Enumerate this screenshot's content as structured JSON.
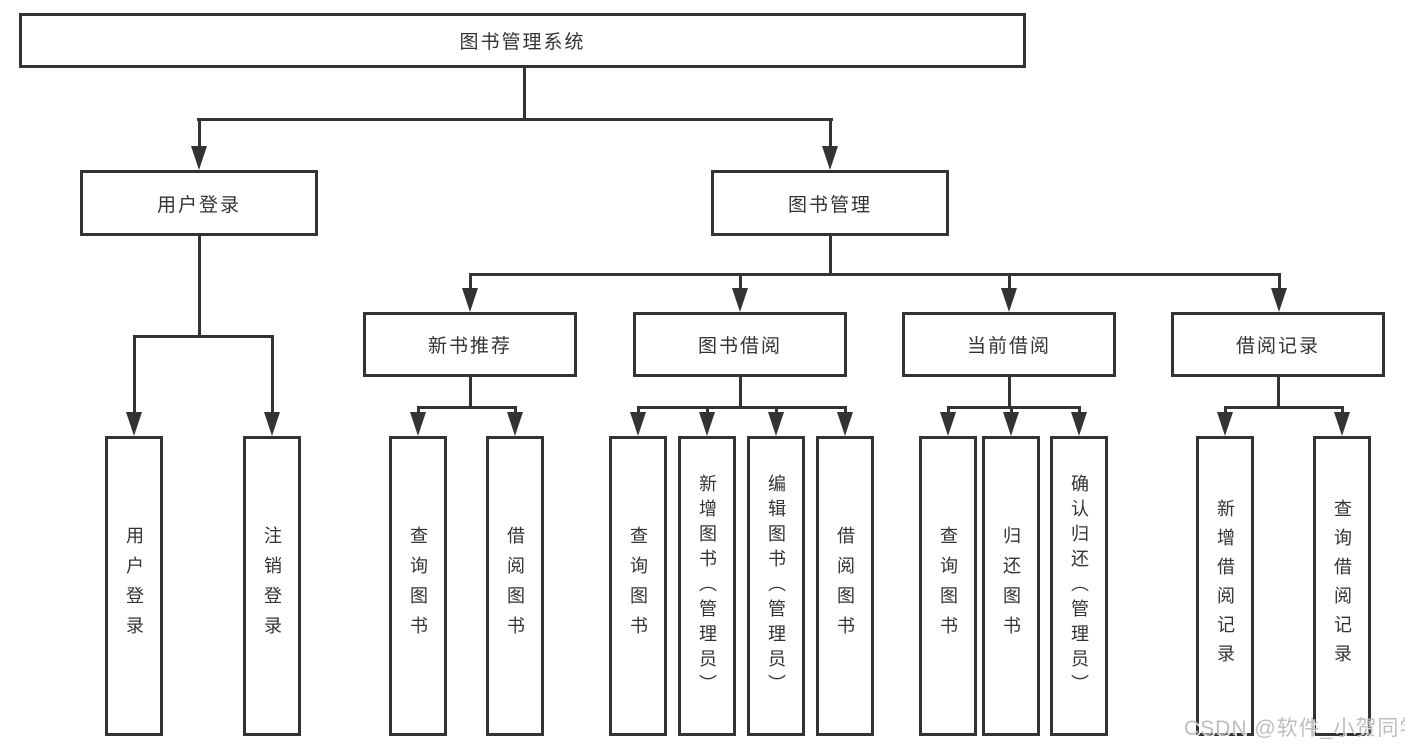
{
  "diagram": {
    "root": "图书管理系统",
    "branches": [
      {
        "label": "用户登录",
        "children": [
          "用户登录",
          "注销登录"
        ]
      },
      {
        "label": "图书管理",
        "sections": [
          {
            "label": "新书推荐",
            "children": [
              "查询图书",
              "借阅图书"
            ]
          },
          {
            "label": "图书借阅",
            "children": [
              "查询图书",
              "新增图书（管理员）",
              "编辑图书（管理员）",
              "借阅图书"
            ]
          },
          {
            "label": "当前借阅",
            "children": [
              "查询图书",
              "归还图书",
              "确认归还（管理员）"
            ]
          },
          {
            "label": "借阅记录",
            "children": [
              "新增借阅记录",
              "查询借阅记录"
            ]
          }
        ]
      }
    ],
    "colors": {
      "line": "#333333",
      "text": "#333333",
      "background": "#ffffff",
      "watermark": "#bababa"
    }
  },
  "watermark": {
    "text": "CSDN @软件_小贺同学"
  }
}
